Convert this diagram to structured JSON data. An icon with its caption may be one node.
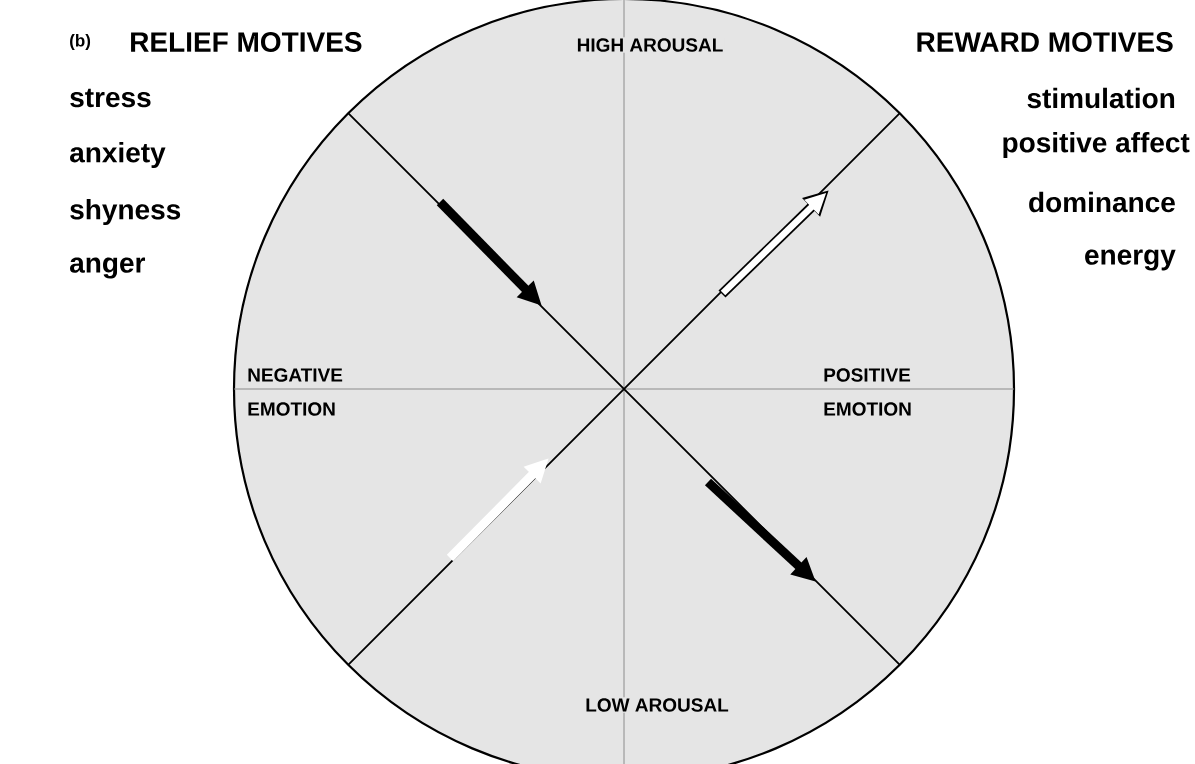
{
  "diagram": {
    "labels": [
      "(b)",
      "RELIEF MOTIVES",
      "stress",
      "anxiety",
      "shyness",
      "anger",
      "HIGH AROUSAL",
      "REWARD MOTIVES",
      "stimulation",
      "positive affect",
      "dominance",
      "energy",
      "NEGATIVE EMOTION",
      "POSITIVE EMOTION",
      "LOW AROUSAL"
    ]
  }
}
